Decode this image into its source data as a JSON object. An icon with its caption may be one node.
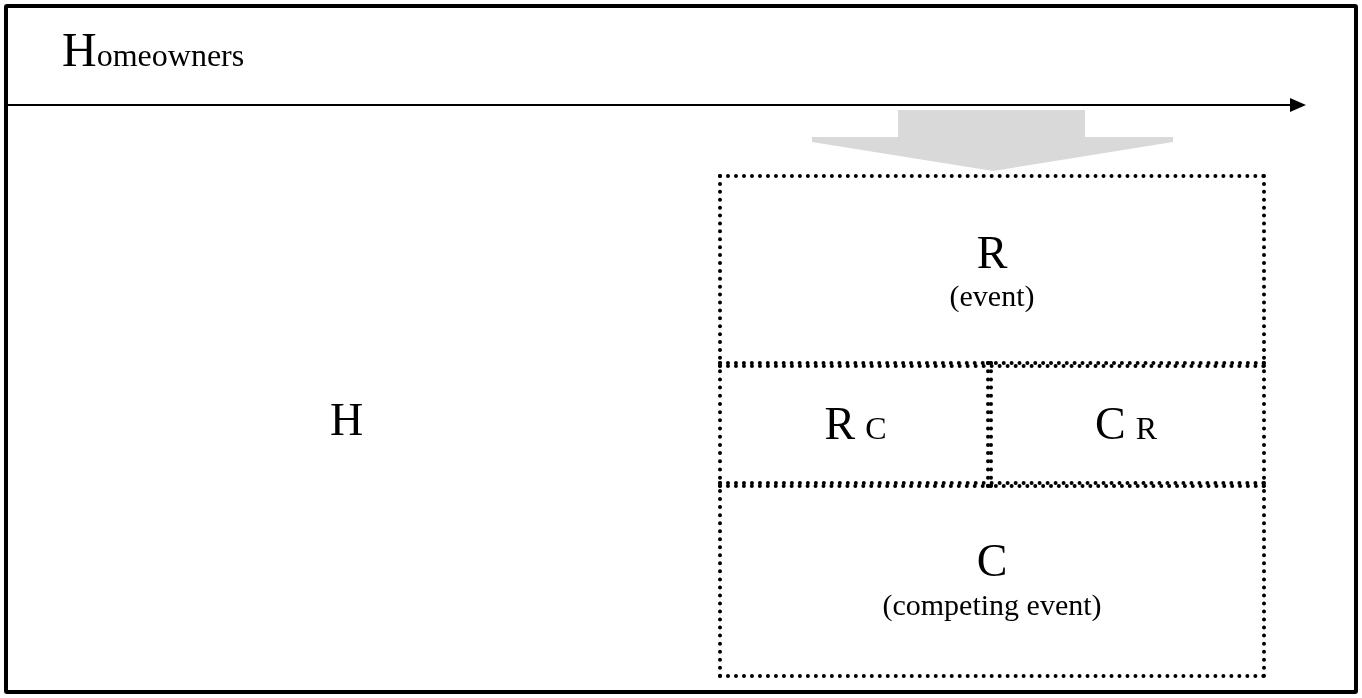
{
  "diagram": {
    "nodes": [
      {
        "text": [
          "Homeowners"
        ]
      },
      {
        "text": [
          "R",
          "(event)"
        ],
        "in": 0
      },
      {
        "text": [
          "R",
          "C"
        ],
        "in": 0
      },
      {
        "text": [
          "C",
          "R"
        ],
        "in": 0
      },
      {
        "text": [
          "C",
          "(competing event)"
        ],
        "in": 0
      }
    ],
    "edges": [],
    "labels": [
      "H"
    ]
  }
}
